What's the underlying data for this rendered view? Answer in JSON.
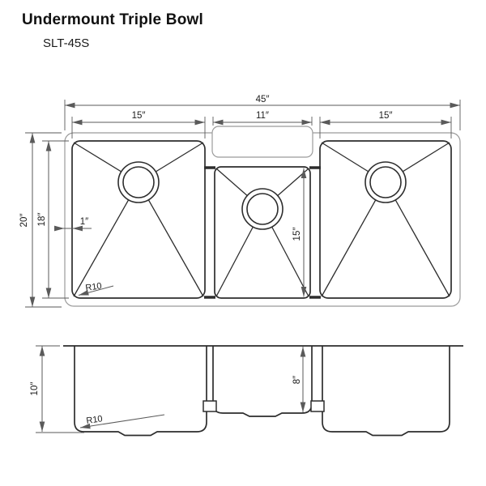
{
  "title": "Undermount Triple Bowl",
  "model": "SLT-45S",
  "top_view": {
    "overall_width": "45″",
    "left_bowl_width": "15″",
    "middle_bowl_width": "11″",
    "right_bowl_width": "15″",
    "overall_depth": "20″",
    "bowl_depth": "18″",
    "rim_offset": "1″",
    "middle_bowl_depth": "15″",
    "corner_radius": "R10"
  },
  "front_view": {
    "bowl_depth": "10″",
    "middle_bowl_depth": "8″",
    "corner_radius": "R10"
  },
  "colors": {
    "line": "#2d2d2d",
    "dim": "#5a5a5a",
    "rim": "#9b9b9b"
  }
}
